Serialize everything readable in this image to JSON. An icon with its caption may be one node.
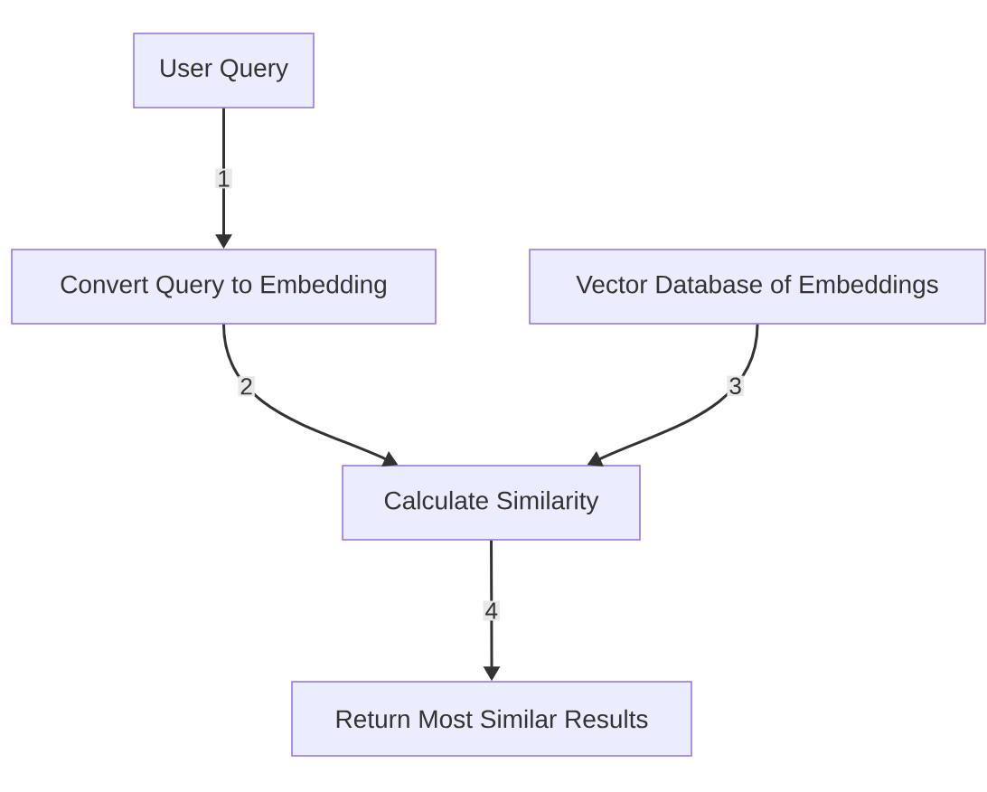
{
  "diagram": {
    "nodes": [
      {
        "text": [
          "User Query"
        ]
      },
      {
        "text": [
          "Convert Query to Embedding"
        ]
      },
      {
        "text": [
          "Vector Database of Embeddings"
        ]
      },
      {
        "text": [
          "Calculate Similarity"
        ]
      },
      {
        "text": [
          "Return Most Similar Results"
        ]
      }
    ],
    "edges": [
      {
        "from": 0,
        "to": 1,
        "arrow": "to",
        "label": "1"
      },
      {
        "from": 1,
        "to": 3,
        "arrow": "to",
        "label": "2"
      },
      {
        "from": 2,
        "to": 3,
        "arrow": "to",
        "label": "3"
      },
      {
        "from": 3,
        "to": 4,
        "arrow": "to",
        "label": "4"
      }
    ]
  }
}
